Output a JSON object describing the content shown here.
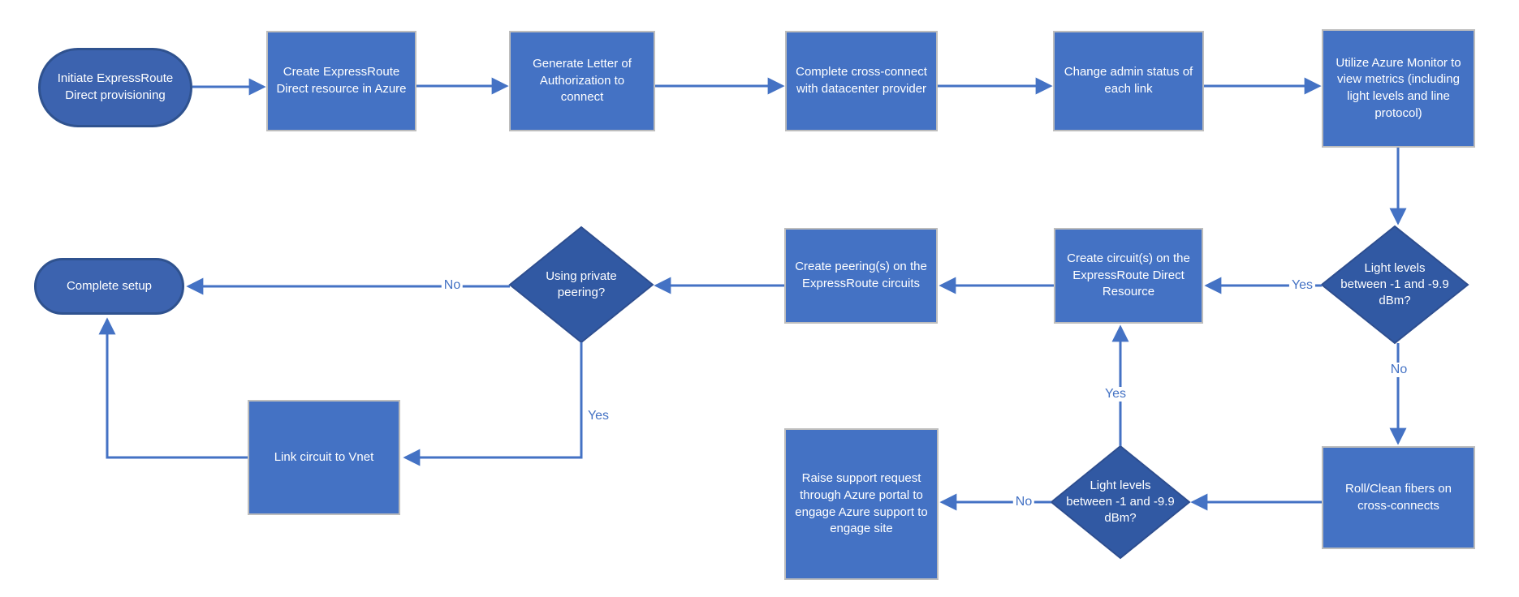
{
  "colors": {
    "process_fill": "#4472C4",
    "process_border": "#BDBDBD",
    "decision_fill": "#3159A3",
    "decision_border": "#2E4E8F",
    "terminal_fill": "#3C63AF",
    "terminal_border": "#2F528F",
    "connector": "#4472C4",
    "edge_label_text": "#4472C4",
    "node_text": "#FFFFFF",
    "background": "#FFFFFF"
  },
  "labels": {
    "yes": "Yes",
    "no": "No"
  },
  "nodes": {
    "initiate": "Initiate ExpressRoute Direct provisioning",
    "create_resource": "Create ExpressRoute Direct resource in Azure",
    "generate_loa": "Generate Letter of Authorization to connect",
    "cross_connect": "Complete cross-connect with datacenter provider",
    "admin_status": "Change admin status of each link",
    "azure_monitor": "Utilize Azure Monitor to view metrics (including light levels and line protocol)",
    "light_levels_1": "Light levels between -1 and -9.9 dBm?",
    "create_circuits": "Create circuit(s) on the ExpressRoute Direct Resource",
    "create_peerings": "Create peering(s) on the ExpressRoute circuits",
    "private_peering": "Using private peering?",
    "complete_setup": "Complete setup",
    "link_vnet": "Link circuit to Vnet",
    "roll_clean": "Roll/Clean fibers on cross-connects",
    "light_levels_2": "Light levels between -1 and -9.9 dBm?",
    "raise_support": "Raise support request through Azure portal to engage Azure support to engage site"
  }
}
